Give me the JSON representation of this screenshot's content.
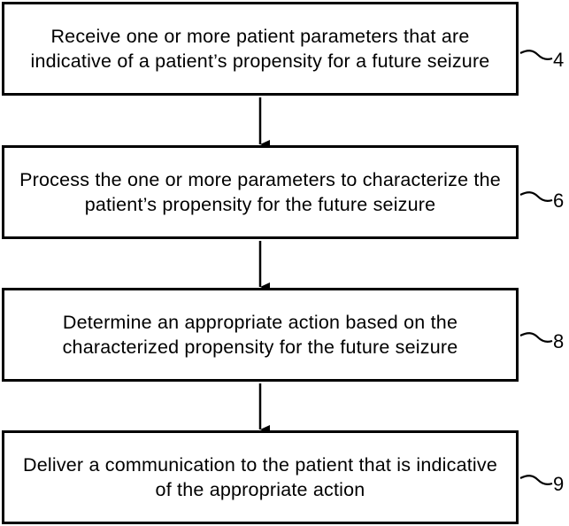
{
  "steps": [
    {
      "text": "Receive one or more patient parameters that are indicative of a patient’s propensity for a future seizure",
      "ref": "4"
    },
    {
      "text": "Process the one or more parameters to characterize the patient’s propensity for the future seizure",
      "ref": "6"
    },
    {
      "text": "Determine an appropriate action based on the characterized propensity for the future seizure",
      "ref": "8"
    },
    {
      "text": "Deliver a communication to the patient that is indicative of the appropriate action",
      "ref": "9"
    }
  ]
}
